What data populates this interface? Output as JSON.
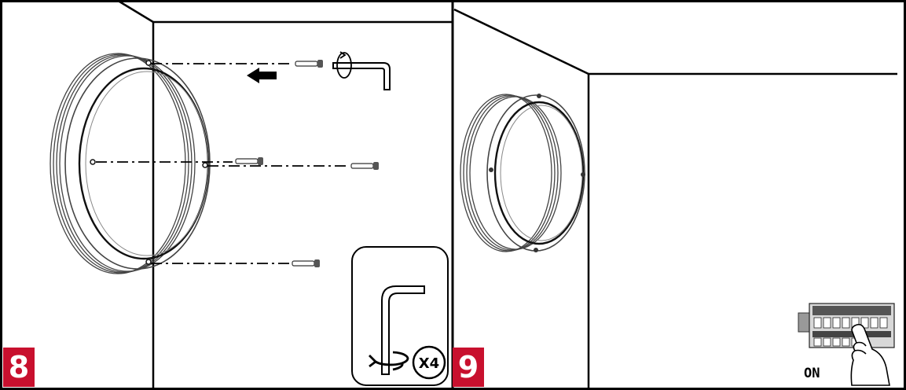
{
  "steps": [
    {
      "number": "8",
      "tool_quantity": "X4"
    },
    {
      "number": "9",
      "switch_label": "ON"
    }
  ],
  "colors": {
    "badge_background": "#c8102e",
    "badge_text": "#ffffff",
    "line": "#000000",
    "lamp_outline": "#444444"
  },
  "icons": [
    "hex-key-icon",
    "rotate-icon",
    "arrow-left-icon",
    "screw-icon",
    "terminal-block-icon",
    "hand-icon"
  ]
}
